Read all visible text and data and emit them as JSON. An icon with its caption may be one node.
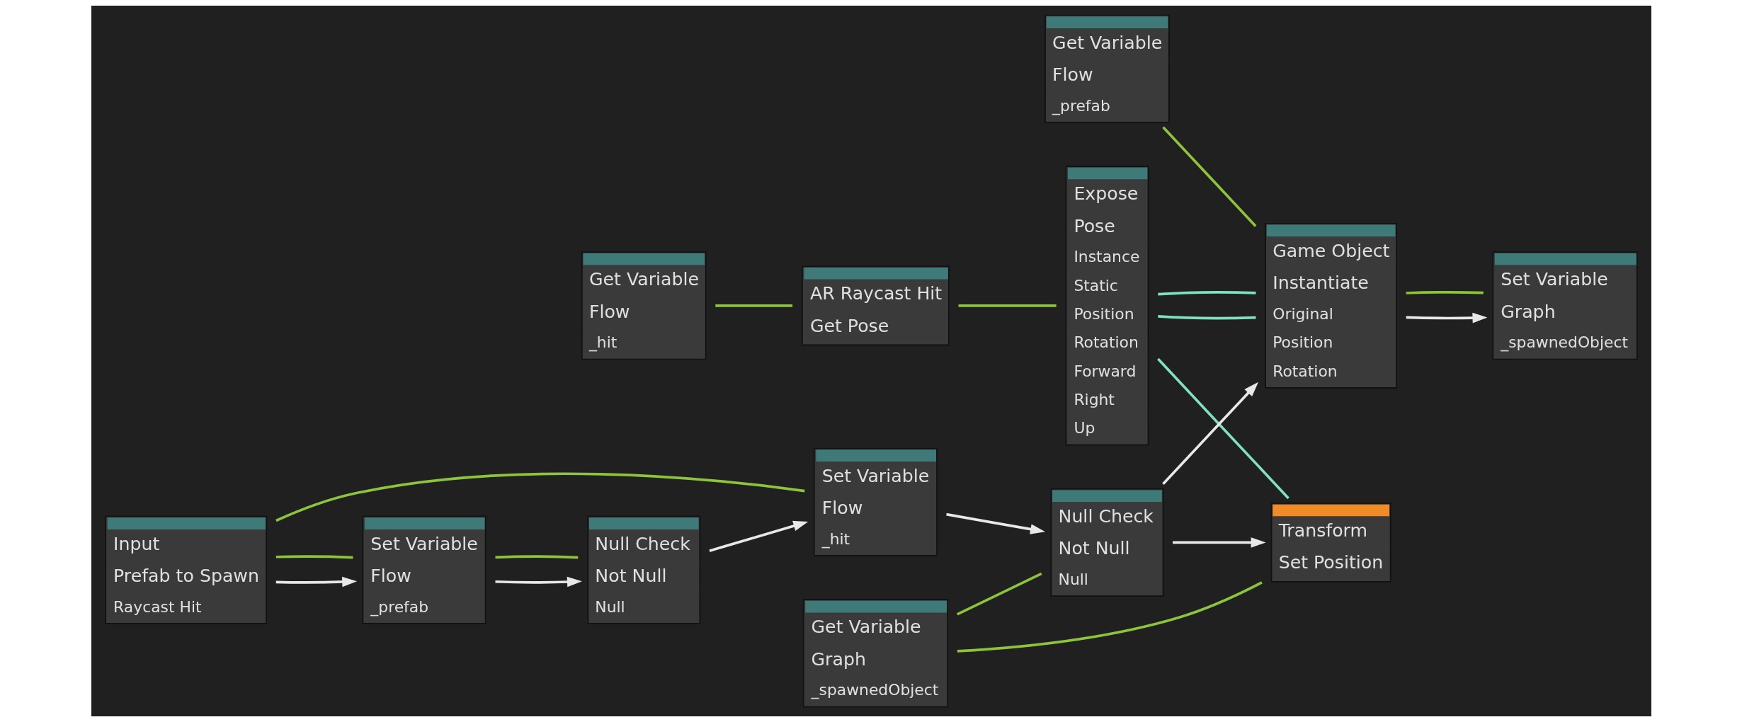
{
  "diagram": {
    "nodes": [
      {
        "text": [
          "Get Variable",
          "Flow",
          "_hit"
        ]
      },
      {
        "text": [
          "AR Raycast Hit",
          "Get Pose"
        ]
      },
      {
        "text": [
          "Expose",
          "Pose",
          "Instance",
          "Static",
          "Position",
          "Rotation",
          "Forward",
          "Right",
          "Up"
        ]
      },
      {
        "text": [
          "Transform",
          "Set Position"
        ]
      },
      {
        "text": [
          "Set Variable",
          "Flow",
          "_prefab"
        ]
      },
      {
        "text": [
          "Null Check",
          "Not Null",
          "Null"
        ]
      },
      {
        "text": [
          "Input",
          "Prefab to Spawn",
          "Raycast Hit"
        ]
      },
      {
        "text": [
          "Set Variable",
          "Flow",
          "_hit"
        ]
      },
      {
        "text": [
          "Null Check",
          "Not Null",
          "Null"
        ]
      },
      {
        "text": [
          "Game Object",
          "Instantiate",
          "Original",
          "Position",
          "Rotation"
        ]
      },
      {
        "text": [
          "Set Variable",
          "Graph",
          "_spawnedObject"
        ]
      },
      {
        "text": [
          "Get Variable",
          "Graph",
          "_spawnedObject"
        ]
      },
      {
        "text": [
          "Get Variable",
          "Flow",
          "_prefab"
        ]
      }
    ],
    "edges": [
      {
        "from": 0,
        "to": 1,
        "arrow": "none"
      },
      {
        "from": 1,
        "to": 2,
        "arrow": "none"
      },
      {
        "from": 2,
        "to": 3,
        "arrow": "none",
        "color": "#7fe0c4"
      },
      {
        "from": 2,
        "to": 9,
        "arrow": "none",
        "color": "#7fe0c4"
      },
      {
        "from": 2,
        "to": 9,
        "arrow": "none",
        "color": "#7fe0c4"
      },
      {
        "from": 6,
        "to": 4,
        "arrow": "to",
        "color": "#e8e8e8"
      },
      {
        "from": 6,
        "to": 4,
        "arrow": "none"
      },
      {
        "from": 4,
        "to": 5,
        "arrow": "to",
        "color": "#e8e8e8"
      },
      {
        "from": 4,
        "to": 5,
        "arrow": "none"
      },
      {
        "from": 5,
        "to": 7,
        "arrow": "to",
        "color": "#e8e8e8"
      },
      {
        "from": 6,
        "to": 7,
        "arrow": "none"
      },
      {
        "from": 7,
        "to": 8,
        "arrow": "to",
        "color": "#e8e8e8"
      },
      {
        "from": 11,
        "to": 8,
        "arrow": "none"
      },
      {
        "from": 11,
        "to": 3,
        "arrow": "none"
      },
      {
        "from": 8,
        "to": 3,
        "arrow": "to",
        "color": "#e8e8e8"
      },
      {
        "from": 8,
        "to": 9,
        "arrow": "to",
        "color": "#e8e8e8"
      },
      {
        "from": 12,
        "to": 9,
        "arrow": "none"
      },
      {
        "from": 9,
        "to": 10,
        "arrow": "to",
        "color": "#e8e8e8"
      },
      {
        "from": 9,
        "to": 10,
        "arrow": "none"
      }
    ]
  }
}
